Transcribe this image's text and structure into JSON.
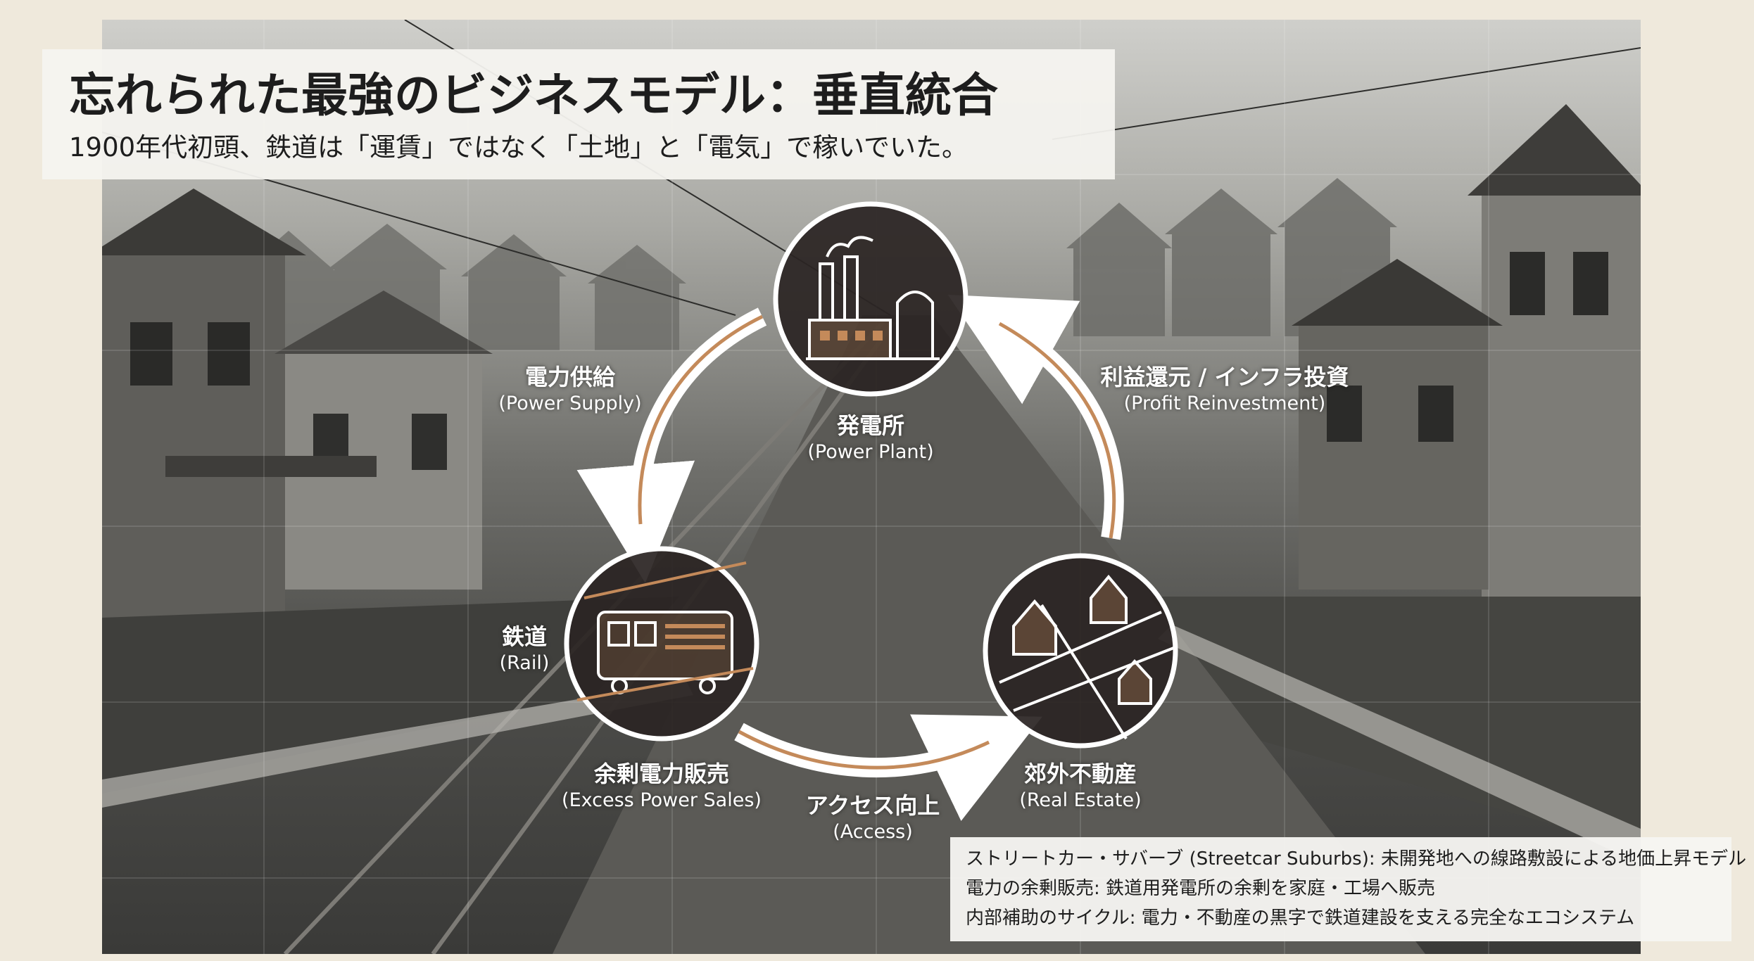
{
  "header": {
    "title": "忘れられた最強のビジネスモデル：垂直統合",
    "subtitle": "1900年代初頭、鉄道は「運賃」ではなく「土地」と「電気」で稼いでいた。"
  },
  "cycle": {
    "nodes": {
      "power_plant": {
        "label_jp": "発電所",
        "label_en": "(Power Plant)",
        "icon": "factory-icon"
      },
      "rail": {
        "label_jp": "鉄道",
        "label_en": "(Rail)",
        "icon": "streetcar-icon"
      },
      "real_estate": {
        "label_jp": "郊外不動産",
        "label_en": "(Real Estate)",
        "icon": "houses-icon"
      }
    },
    "flows": {
      "power_supply": {
        "label_jp": "電力供給",
        "label_en": "(Power Supply)"
      },
      "access": {
        "label_jp": "アクセス向上",
        "label_en": "(Access)"
      },
      "profit_reinvestment": {
        "label_jp": "利益還元 / インフラ投資",
        "label_en": "(Profit Reinvestment)"
      },
      "excess_power": {
        "label_jp": "余剰電力販売",
        "label_en": "(Excess Power Sales)"
      }
    }
  },
  "notes": [
    "ストリートカー・サバーブ (Streetcar Suburbs): 未開発地への線路敷設による地価上昇モデル",
    "電力の余剰販売: 鉄道用発電所の余剰を家庭・工場へ販売",
    "内部補助のサイクル: 電力・不動産の黒字で鉄道建設を支える完全なエコシステム"
  ],
  "colors": {
    "accent": "#c48a5a",
    "node_fill": "#2b2523",
    "label": "#ffffff",
    "panel": "#f5f4f0"
  }
}
